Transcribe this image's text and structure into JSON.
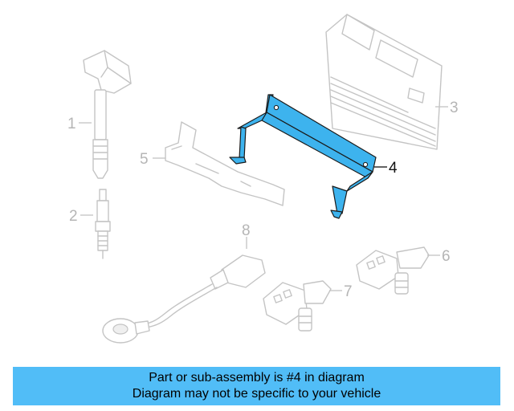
{
  "diagram": {
    "highlight_color": "#3db3ee",
    "callouts": [
      {
        "id": "1",
        "label": "1"
      },
      {
        "id": "2",
        "label": "2"
      },
      {
        "id": "3",
        "label": "3"
      },
      {
        "id": "4",
        "label": "4",
        "highlighted": true
      },
      {
        "id": "5",
        "label": "5"
      },
      {
        "id": "6",
        "label": "6"
      },
      {
        "id": "7",
        "label": "7"
      },
      {
        "id": "8",
        "label": "8"
      }
    ]
  },
  "banner": {
    "color": "#51bdf7",
    "line1": "Part or sub-assembly is #4 in diagram",
    "line2": "Diagram may not be specific to your vehicle"
  }
}
